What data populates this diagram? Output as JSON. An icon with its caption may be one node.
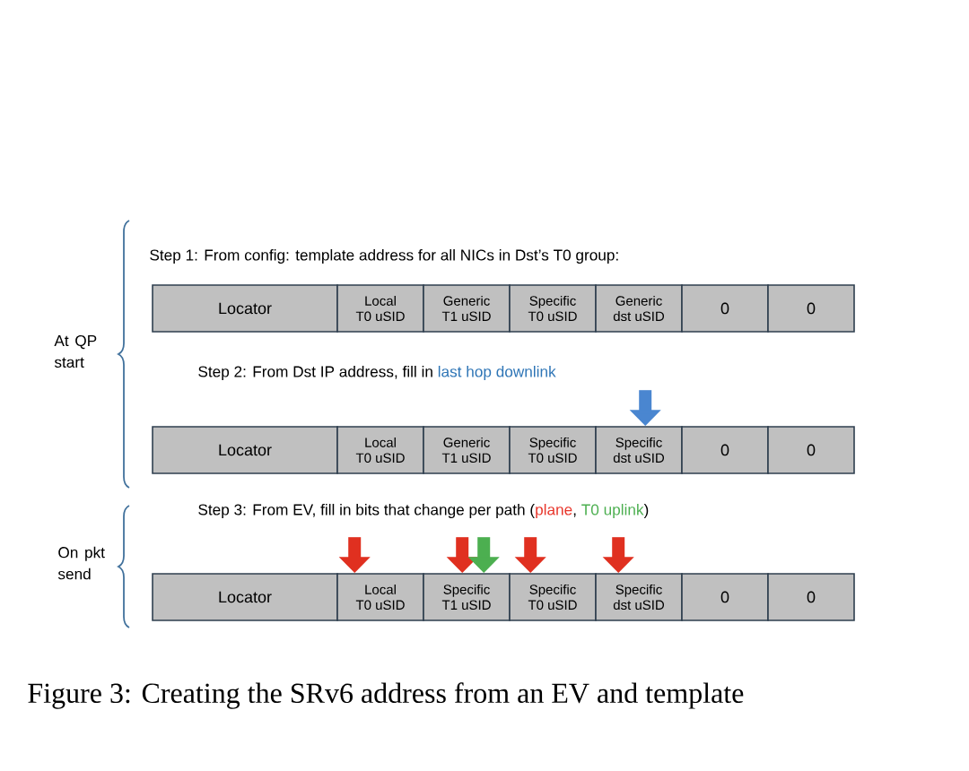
{
  "diagram": {
    "caption": "Figure 3: Creating the SRv6 address from an EV and template",
    "nodes": [
      {
        "text": [
          "Locator"
        ]
      },
      {
        "text": [
          "Local T0 uSID"
        ]
      },
      {
        "text": [
          "Generic T1 uSID"
        ]
      },
      {
        "text": [
          "Specific T0 uSID"
        ]
      },
      {
        "text": [
          "Generic dst uSID"
        ]
      },
      {
        "text": [
          "0"
        ]
      },
      {
        "text": [
          "0"
        ]
      },
      {
        "text": [
          "Locator"
        ]
      },
      {
        "text": [
          "Local T0 uSID"
        ]
      },
      {
        "text": [
          "Generic T1 uSID"
        ]
      },
      {
        "text": [
          "Specific T0 uSID"
        ]
      },
      {
        "text": [
          "Specific dst uSID"
        ]
      },
      {
        "text": [
          "0"
        ]
      },
      {
        "text": [
          "0"
        ]
      },
      {
        "text": [
          "Locator"
        ]
      },
      {
        "text": [
          "Local T0 uSID"
        ]
      },
      {
        "text": [
          "Specific T1 uSID"
        ]
      },
      {
        "text": [
          "Specific T0 uSID"
        ]
      },
      {
        "text": [
          "Specific dst uSID"
        ]
      },
      {
        "text": [
          "0"
        ]
      },
      {
        "text": [
          "0"
        ]
      }
    ],
    "edges": [
      {
        "from": null,
        "to": 11,
        "arrow": "to",
        "color": "#4a86d0"
      },
      {
        "from": null,
        "to": 15,
        "arrow": "to"
      },
      {
        "from": null,
        "to": 16,
        "arrow": "to"
      },
      {
        "from": null,
        "to": 16,
        "arrow": "to",
        "color": "#4caf50"
      },
      {
        "from": null,
        "to": 17,
        "arrow": "to"
      },
      {
        "from": null,
        "to": 18,
        "arrow": "to"
      }
    ],
    "labels": [
      "Step 1: From config: template address for all NICs in Dst’s T0 group:",
      "At QP start",
      "Step 2: From Dst IP address, fill in",
      "last hop downlink",
      "Step 3: From EV, fill in bits that change per path (",
      "plane",
      ",",
      "T0 uplink",
      ")",
      "On pkt send"
    ]
  }
}
